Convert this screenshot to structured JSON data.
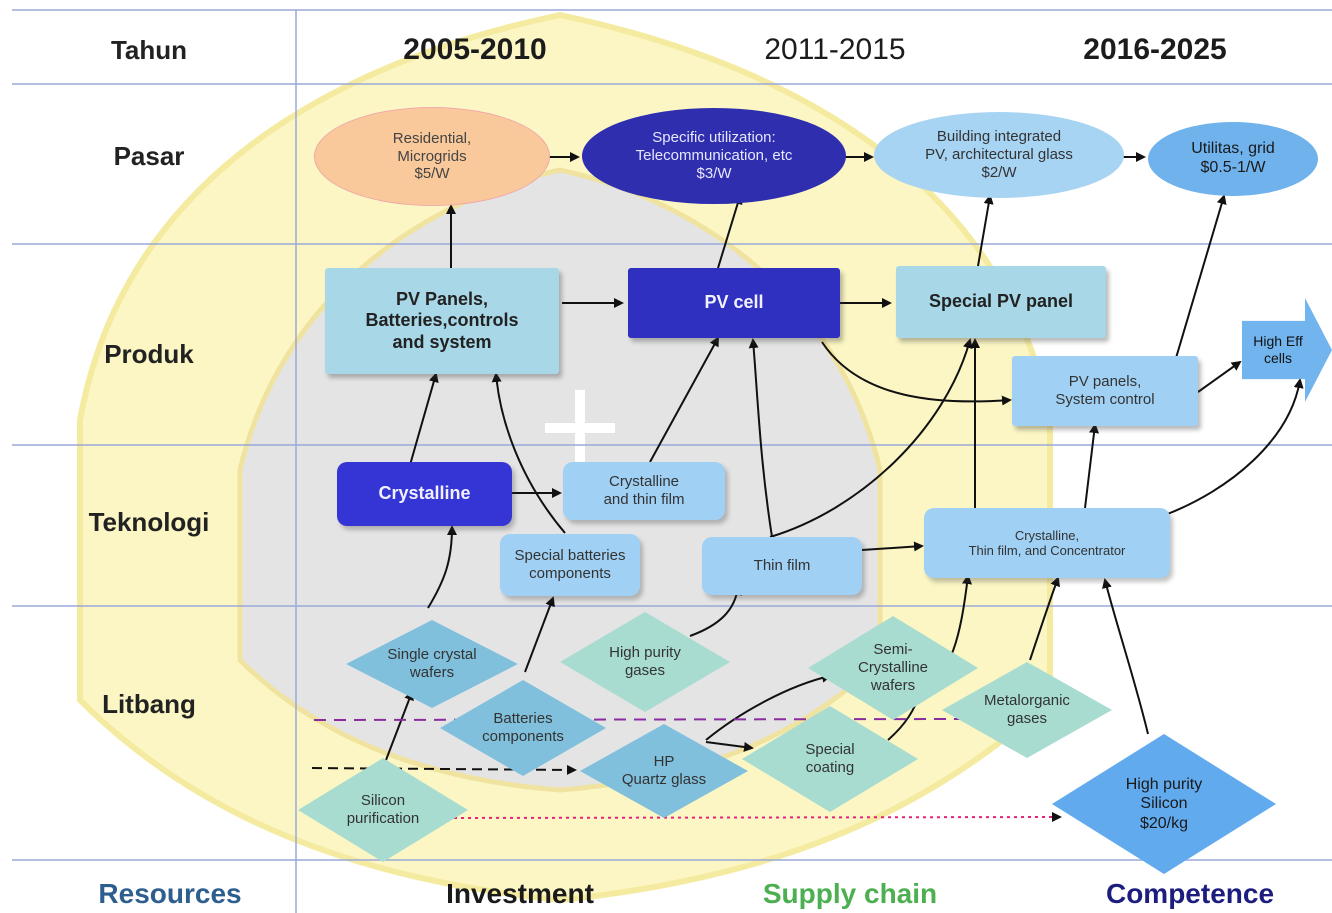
{
  "header": {
    "row_label": "Tahun",
    "years": [
      "2005-2010",
      "2011-2015",
      "2016-2025"
    ]
  },
  "rows": [
    "Pasar",
    "Produk",
    "Teknologi",
    "Litbang"
  ],
  "footer": [
    "Resources",
    "Investment",
    "Supply chain",
    "Competence"
  ],
  "colors": {
    "grid_line": "#9aa8d8",
    "resources": "#2d5e8e",
    "investment": "#1a1a1a",
    "supply_chain": "#4caf50",
    "competence": "#1d1d80",
    "watermark": "#f5eba0"
  },
  "pasar": {
    "residential": "Residential,\nMicrogrids\n$5/W",
    "specific": "Specific utilization:\nTelecommunication, etc\n$3/W",
    "building": "Building integrated\nPV, architectural glass\n$2/W",
    "utilitas": "Utilitas, grid\n$0.5-1/W"
  },
  "produk": {
    "pv_panels": "PV Panels,\nBatteries,controls\nand system",
    "pv_cell": "PV cell",
    "special_panel": "Special PV panel",
    "high_eff": "High Eff\ncells",
    "pv_panels_system": "PV panels,\nSystem control"
  },
  "teknologi": {
    "crystalline": "Crystalline",
    "crystalline_thin": "Crystalline\nand thin film",
    "special_batteries": "Special batteries\ncomponents",
    "thin_film": "Thin film",
    "concentrator": "Crystalline,\nThin film, and Concentrator"
  },
  "litbang": {
    "single_crystal": "Single crystal\nwafers",
    "high_purity_gases": "High purity\ngases",
    "semi_crystalline": "Semi-\nCrystalline\nwafers",
    "batteries": "Batteries\ncomponents",
    "metalorganic": "Metalorganic\ngases",
    "hp_quartz": "HP\nQuartz glass",
    "special_coating": "Special\ncoating",
    "silicon_purification": "Silicon\npurification",
    "high_purity_silicon": "High purity\nSilicon\n$20/kg"
  }
}
